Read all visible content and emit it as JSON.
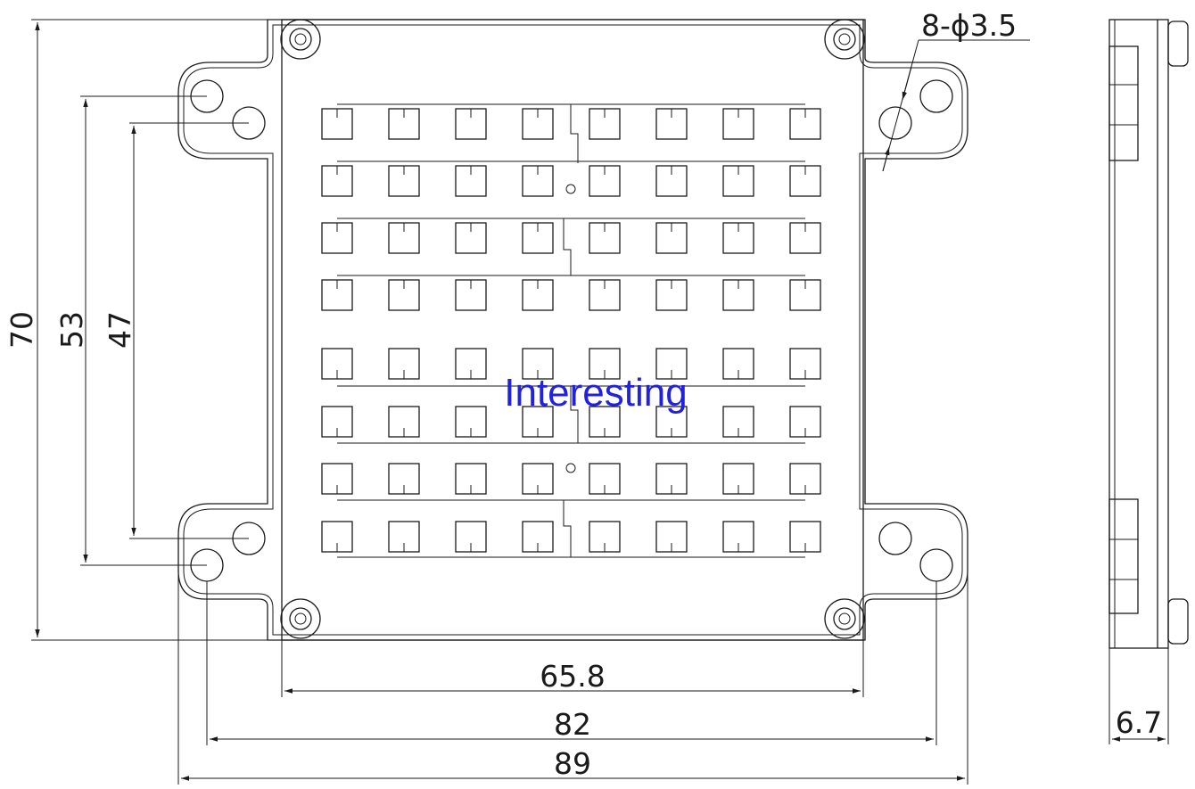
{
  "dimensions": {
    "overall_height": "70",
    "mounting_hole_spacing_outer": "53",
    "mounting_hole_spacing_inner": "47",
    "plate_width": "65.8",
    "mounting_hole_spacing_horizontal": "82",
    "overall_width": "89",
    "thickness": "6.7",
    "hole_callout": "8-ϕ3.5"
  },
  "array": {
    "rows": 8,
    "columns": 8
  },
  "watermark": "Interesting",
  "colors": {
    "line": "#1a1a1a",
    "watermark": "#2222dd",
    "background": "#ffffff"
  }
}
